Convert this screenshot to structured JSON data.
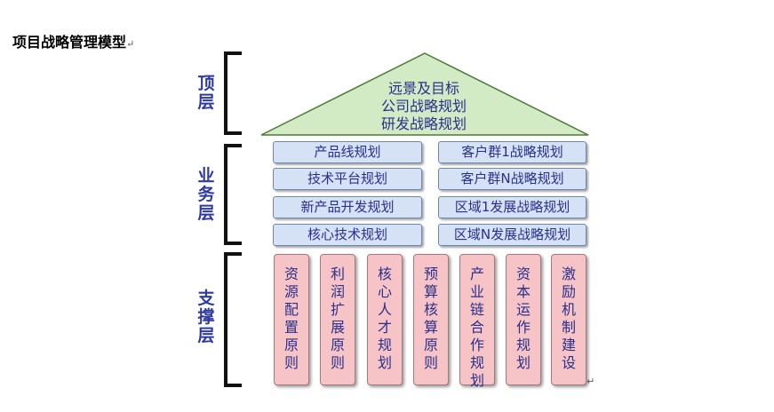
{
  "document": {
    "title": "项目战略管理模型",
    "para_mark": "↵"
  },
  "layers": {
    "top": "顶层",
    "business": "业务层",
    "support": "支撑层"
  },
  "roof": {
    "lines": [
      "远景及目标",
      "公司战略规划",
      "研发战略规划"
    ],
    "fill": "#d3ebc4",
    "stroke": "#4f7a3a"
  },
  "business": {
    "left": [
      "产品线规划",
      "技术平台规划",
      "新产品开发规划",
      "核心技术规划"
    ],
    "right": [
      "客户群1战略规划",
      "客户群N战略规划",
      "区域1发展战略规划",
      "区域N发展战略规划"
    ]
  },
  "pillars": [
    "资源配置原则",
    "利润扩展原则",
    "核心人才规划",
    "预算核算原则",
    "产业链合作规划",
    "资本运作规划",
    "激励机制建设"
  ],
  "colors": {
    "label": "#2e3aa0",
    "text": "#2a2f8c",
    "box_fill": "#d5e2f5",
    "pillar_fill": "#f6c4c6"
  }
}
